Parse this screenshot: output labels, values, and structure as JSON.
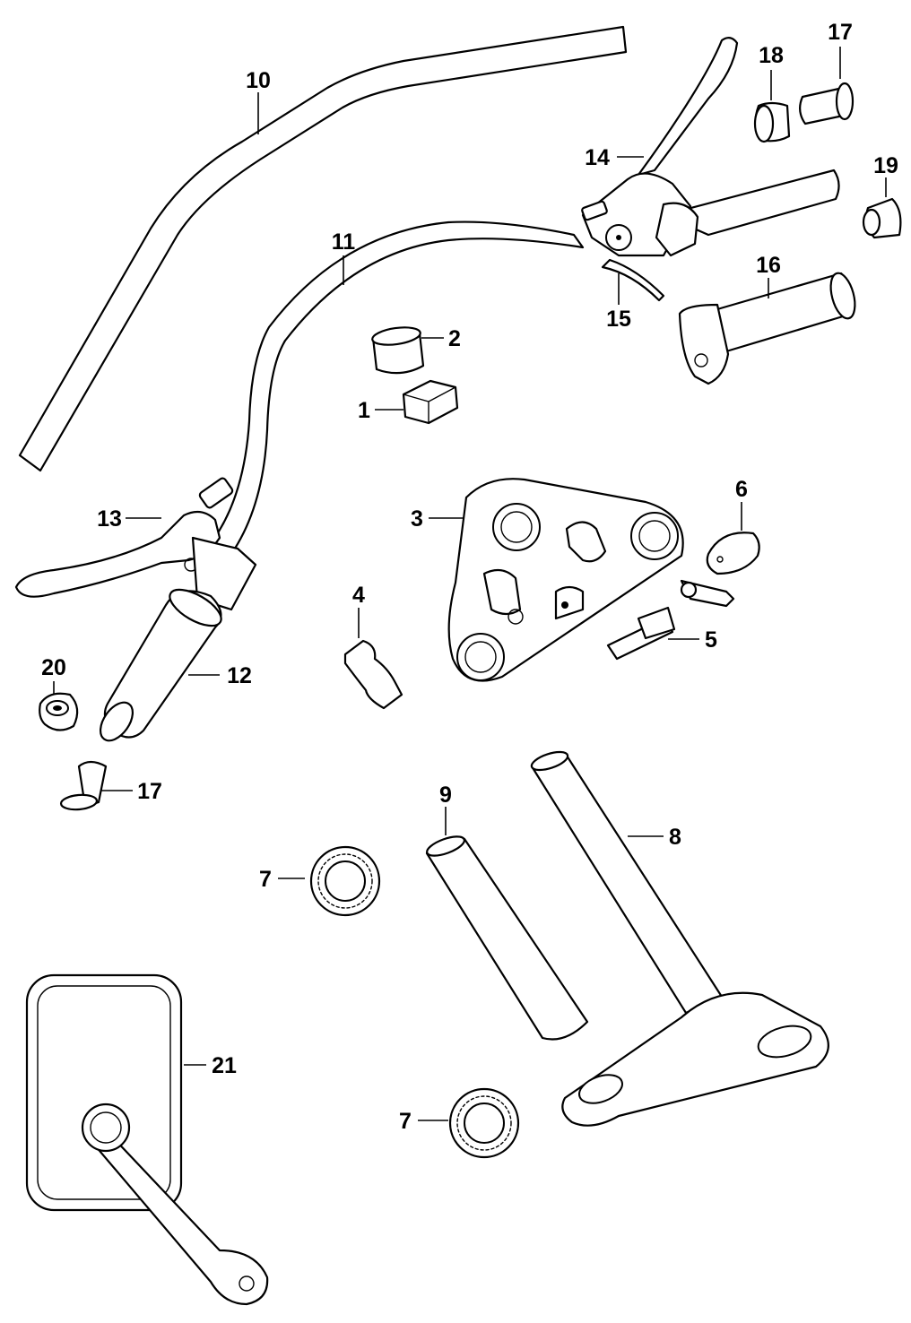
{
  "callouts": [
    {
      "id": "c1",
      "label": "1"
    },
    {
      "id": "c2",
      "label": "2"
    },
    {
      "id": "c3",
      "label": "3"
    },
    {
      "id": "c4",
      "label": "4"
    },
    {
      "id": "c5",
      "label": "5"
    },
    {
      "id": "c6",
      "label": "6"
    },
    {
      "id": "c7a",
      "label": "7"
    },
    {
      "id": "c7b",
      "label": "7"
    },
    {
      "id": "c8",
      "label": "8"
    },
    {
      "id": "c9",
      "label": "9"
    },
    {
      "id": "c10",
      "label": "10"
    },
    {
      "id": "c11",
      "label": "11"
    },
    {
      "id": "c12",
      "label": "12"
    },
    {
      "id": "c13",
      "label": "13"
    },
    {
      "id": "c14",
      "label": "14"
    },
    {
      "id": "c15",
      "label": "15"
    },
    {
      "id": "c16",
      "label": "16"
    },
    {
      "id": "c17a",
      "label": "17"
    },
    {
      "id": "c17b",
      "label": "17"
    },
    {
      "id": "c18",
      "label": "18"
    },
    {
      "id": "c19",
      "label": "19"
    },
    {
      "id": "c20",
      "label": "20"
    },
    {
      "id": "c21",
      "label": "21"
    }
  ]
}
